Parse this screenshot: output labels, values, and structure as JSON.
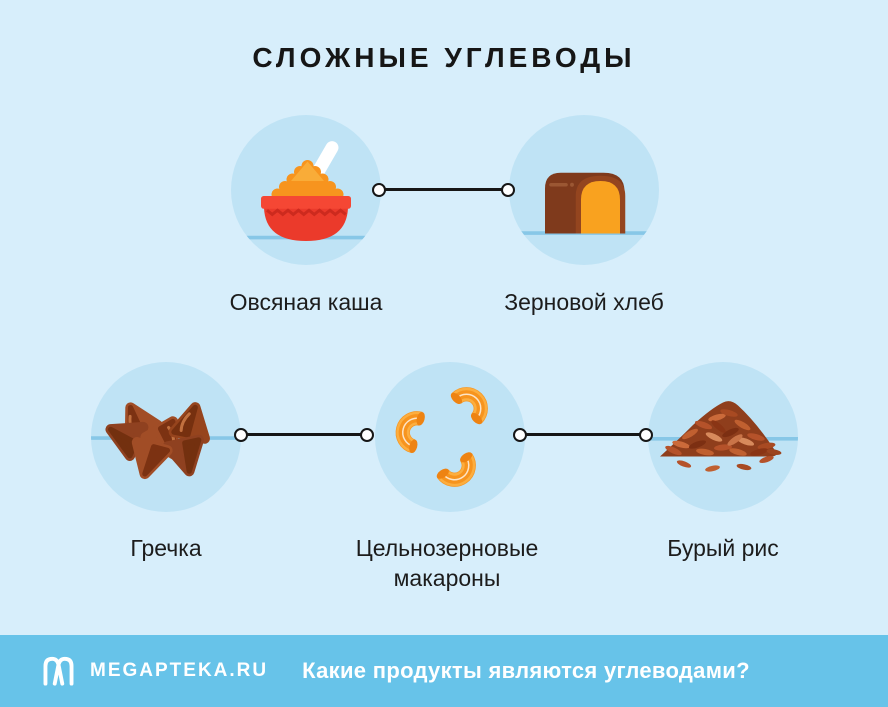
{
  "title": "СЛОЖНЫЕ УГЛЕВОДЫ",
  "items": [
    {
      "id": "oatmeal",
      "label": "Овсяная каша",
      "icon": "oatmeal-bowl-icon"
    },
    {
      "id": "bread",
      "label": "Зерновой хлеб",
      "icon": "grain-bread-icon"
    },
    {
      "id": "buckwheat",
      "label": "Гречка",
      "icon": "buckwheat-grains-icon"
    },
    {
      "id": "pasta",
      "label": "Цельнозерновые макароны",
      "icon": "macaroni-pasta-icon"
    },
    {
      "id": "rice",
      "label": "Бурый рис",
      "icon": "brown-rice-pile-icon"
    }
  ],
  "footer": {
    "brand": "MEGAPTEKA.RU",
    "question": "Какие продукты являются углеводами?"
  },
  "colors": {
    "background": "#d7eefb",
    "bubble": "#bfe3f5",
    "footer_bar": "#67c3e9",
    "text": "#1c1c1c",
    "connector": "#161616",
    "table_line": "#87c7e7",
    "accent_orange": "#f7941e",
    "accent_red": "#ee3a2b",
    "accent_brown": "#9b4a22"
  }
}
